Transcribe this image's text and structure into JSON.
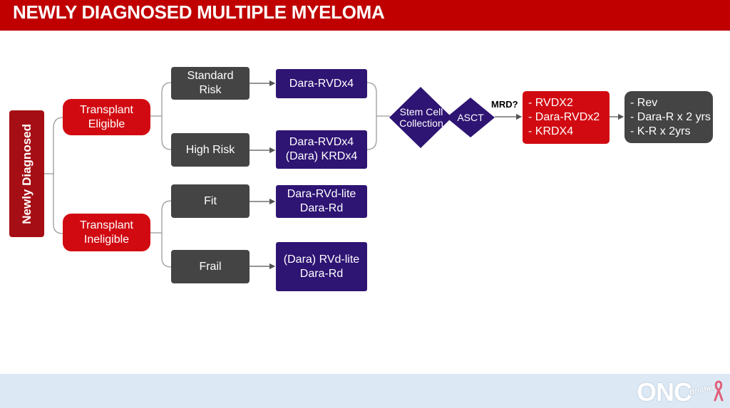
{
  "header": {
    "title": "NEWLY DIAGNOSED MULTIPLE MYELOMA"
  },
  "nodes": {
    "root": "Newly Diagnosed",
    "transplant_eligible": [
      "Transplant",
      "Eligible"
    ],
    "transplant_ineligible": [
      "Transplant",
      "Ineligible"
    ],
    "standard_risk": [
      "Standard",
      "Risk"
    ],
    "high_risk": [
      "High Risk"
    ],
    "fit": [
      "Fit"
    ],
    "frail": [
      "Frail"
    ],
    "std_regimen": [
      "Dara-RVDx4"
    ],
    "high_regimen": [
      "Dara-RVDx4",
      "(Dara) KRDx4"
    ],
    "fit_regimen": [
      "Dara-RVd-lite",
      "Dara-Rd"
    ],
    "frail_regimen": [
      "(Dara) RVd-lite",
      "Dara-Rd"
    ],
    "stem_cell": [
      "Stem Cell",
      "Collection"
    ],
    "asct": "ASCT",
    "mrd_label": "MRD?",
    "consolidation": [
      "- RVDX2",
      "- Dara-RVDx2",
      "- KRDX4"
    ],
    "maintenance": [
      "- Rev",
      "- Dara-R x 2 yrs",
      "- K-R x 2yrs"
    ]
  },
  "logo": {
    "text": "ONC",
    "sub": "Brothers"
  },
  "colors": {
    "header_red": "#c00000",
    "node_red": "#d10a11",
    "node_gray": "#444444",
    "node_purple": "#2e1473",
    "footer_blue": "#dce9f5"
  }
}
